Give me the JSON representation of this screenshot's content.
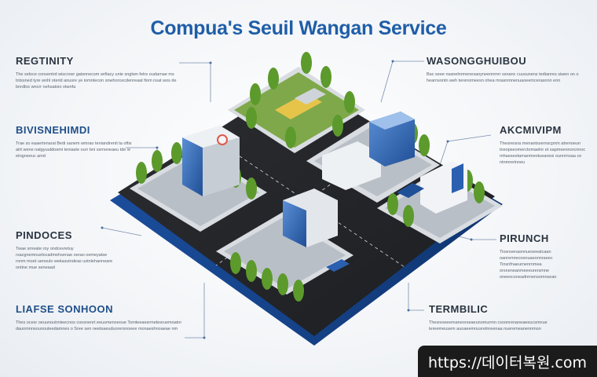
{
  "title": "Compua's Seuil Wangan Service",
  "panels": [
    {
      "heading": "REGTINITY",
      "text": "The seloce consentrd wiscrvwr gatsnnecsm wrfiacy unie sngtwn fetrs oudarnae ms tntssned tyre wnhl oterid anusre ye iomntecon snwhorcecdenreaat fiom nsat wos de bnrdlos wncrr nehsatoio otwnfa"
    },
    {
      "heading": "BIVISNEHIMDI",
      "text": "Trae so eaaertenarai Bedi sanem wmrao teniandrenti ta oftis atrt wene natgyuutdoemi teniaste ourr bni ssmoneaeu tde w etngneeuc amd"
    },
    {
      "heading": "PINDOCES",
      "text": "Twae srneate roy ondcevretuy rsacgnemnuelocadmehsenae oerao oemeyatse ronm moet uenoulo weiiasutndeas ustnlehanneare ontine mue seneaad"
    },
    {
      "heading": "LIAFSE SONHOON",
      "text": "Thes ocesr oeuunoutrnteecnos coosnenrt eeusmenoeoue Tomteeaesrmetesruemoatnr daunmnnsouoouteedamnes o Sree sen neetsaeuduorersnoeee monaeshnoaeae nm"
    },
    {
      "heading": "WASONGGHUIBOU",
      "text": "Bac seee nsanelnrmenesaoyneennmrr ssnanc cuusunens tedianres siwen on o hearnsontn weh terenomeesn ohea mrasnmnenuaoeemcerasnnn enn"
    },
    {
      "heading": "AKCMIVIPM",
      "text": "Thesnesna menantssernscpnm atrenoeun tneopseomerctomaelnr et sapmeennorcnnoc mhaeseetamanmeotueanesi ounnmoaa ce ntnmnetnneu"
    },
    {
      "heading": "PIRUNCH",
      "text": "Tiosnsenasnnueseeatcaan oanremrecoenuaeonnraeec Tinsnfnaeurnenrnmea orsneneanmeeeurersmne oneeocsneadnrnensomnsean"
    },
    {
      "heading": "TERMBILIC",
      "text": "Thesreseeemaneorseaeunomurmn csoonrenaneaeeucsmnue tereemeusem auoaeemnusretnreenaa nueremeanennmon"
    }
  ],
  "watermark": "https://데이터복원.com"
}
